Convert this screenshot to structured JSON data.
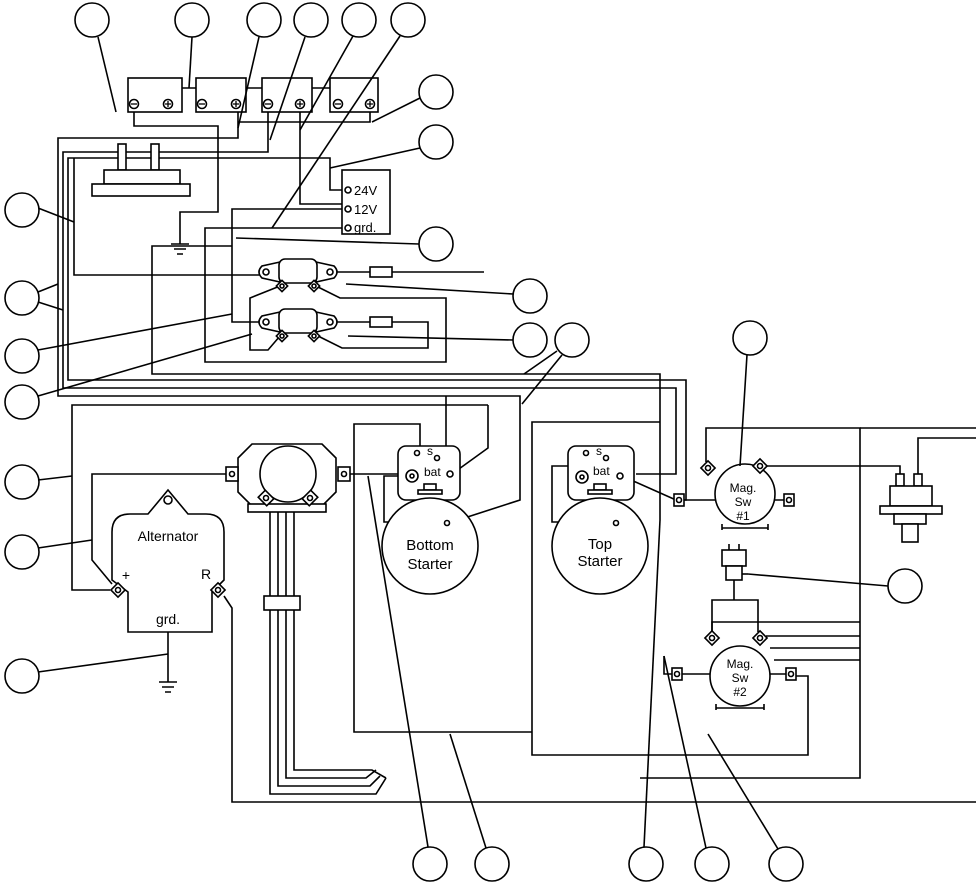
{
  "supply_box": {
    "label_24v": "24V",
    "label_12v": "12V",
    "label_grd": "grd."
  },
  "alternator": {
    "name": "Alternator",
    "plus": "+",
    "r": "R",
    "grd": "grd."
  },
  "bottom_starter": {
    "line1": "Bottom",
    "line2": "Starter",
    "bat": "bat",
    "s": "s"
  },
  "top_starter": {
    "line1": "Top",
    "line2": "Starter",
    "bat": "bat",
    "s": "s"
  },
  "mag_switch_1": {
    "line1": "Mag.",
    "line2": "Sw",
    "line3": "#1"
  },
  "mag_switch_2": {
    "line1": "Mag.",
    "line2": "Sw",
    "line3": "#2"
  },
  "colors": {
    "line": "#000000",
    "background": "#ffffff"
  }
}
